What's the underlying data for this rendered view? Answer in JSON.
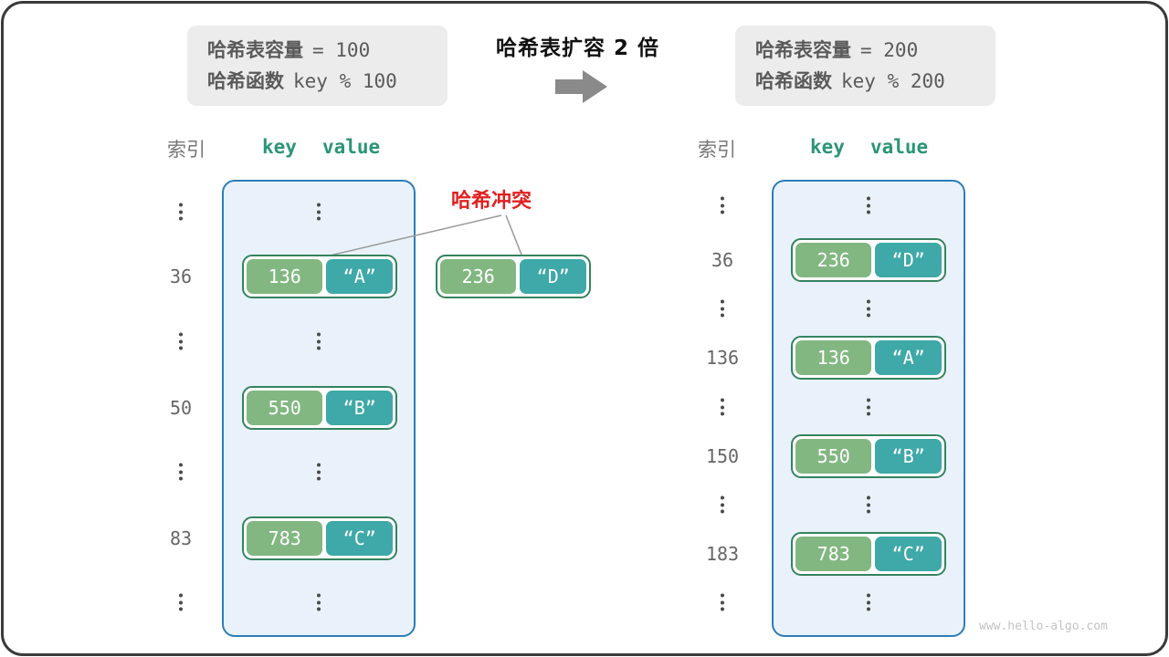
{
  "title": "哈希表扩容 2 倍",
  "before_box": {
    "capacity_label": "哈希表容量",
    "capacity_value": "= 100",
    "hash_label": "哈希函数",
    "hash_value": "key % 100"
  },
  "after_box": {
    "capacity_label": "哈希表容量",
    "capacity_value": "= 200",
    "hash_label": "哈希函数",
    "hash_value": "key % 200"
  },
  "collision": {
    "label": "哈希冲突",
    "pair": {
      "key": "236",
      "value": "“D”"
    }
  },
  "left_table": {
    "index_header": "索引",
    "key_header": "key",
    "value_header": "value",
    "pairs": [
      {
        "index": "36",
        "key": "136",
        "value": "“A”"
      },
      {
        "index": "50",
        "key": "550",
        "value": "“B”"
      },
      {
        "index": "83",
        "key": "783",
        "value": "“C”"
      }
    ]
  },
  "right_table": {
    "index_header": "索引",
    "key_header": "key",
    "value_header": "value",
    "pairs": [
      {
        "index": "36",
        "key": "236",
        "value": "“D”"
      },
      {
        "index": "136",
        "key": "136",
        "value": "“A”"
      },
      {
        "index": "150",
        "key": "550",
        "value": "“B”"
      },
      {
        "index": "183",
        "key": "783",
        "value": "“C”"
      }
    ]
  },
  "watermark": "www.hello-algo.com",
  "colors": {
    "info_bg": "#ececec",
    "info_text": "#5a5a5a",
    "table_bg": "#e9f2fa",
    "table_border": "#2e7cb8",
    "pair_border": "#35835f",
    "key_fill": "#82b782",
    "val_fill": "#3fa8a8",
    "header_teal": "#2c9577",
    "index_gray": "#666666",
    "red": "#e02020",
    "arrow_gray": "#8a8a8a",
    "watermark": "#c2c2c2",
    "frame": "#3a3a3a"
  }
}
